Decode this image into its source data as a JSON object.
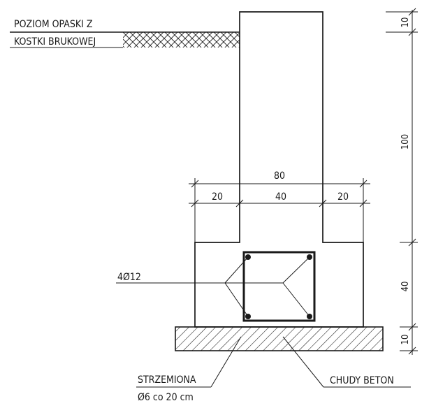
{
  "labels": {
    "pavement_line1": "POZIOM OPASKI Z",
    "pavement_line2": "KOSTKI BRUKOWEJ",
    "rebar": "4Ø12",
    "stirrups_line1": "STRZEMIONA",
    "stirrups_line2": "Ø6 co 20 cm",
    "lean_concrete": "CHUDY BETON"
  },
  "dimensions": {
    "footing_width": "80",
    "left_offset": "20",
    "wall_width": "40",
    "right_offset": "20",
    "top_above_ground": "10",
    "wall_height": "100",
    "footing_height": "40",
    "lean_concrete_thickness": "10"
  },
  "colors": {
    "line": "#1a1a1a",
    "paper": "#ffffff"
  }
}
